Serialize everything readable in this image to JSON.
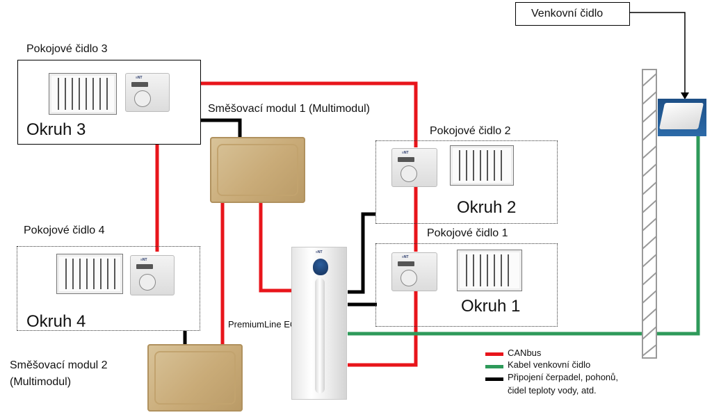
{
  "labels": {
    "outdoor_sensor": "Venkovní čidlo",
    "room_sensor_3": "Pokojové čidlo 3",
    "room_sensor_2": "Pokojové čidlo 2",
    "room_sensor_1": "Pokojové čidlo 1",
    "room_sensor_4": "Pokojové čidlo 4",
    "circuit_3": "Okruh 3",
    "circuit_2": "Okruh 2",
    "circuit_1": "Okruh 1",
    "circuit_4": "Okruh 4",
    "mixing_module_1": "Směšovací modul 1 (Multimodul)",
    "mixing_module_2_line1": "Směšovací modul 2",
    "mixing_module_2_line2": "(Multimodul)",
    "heat_pump": "PremiumLine EQ"
  },
  "legend": [
    {
      "label": "CANbus",
      "color": "#e8151b"
    },
    {
      "label": "Kabel venkovní čidlo",
      "color": "#2e9a5a"
    },
    {
      "label": "Připojení čerpadel, pohonů,",
      "color": "#000000"
    },
    {
      "label": "čidel teploty vody, atd.",
      "color": ""
    }
  ],
  "colors": {
    "canbus": "#e8151b",
    "outdoor_cable": "#2e9a5a",
    "connections": "#000000"
  }
}
